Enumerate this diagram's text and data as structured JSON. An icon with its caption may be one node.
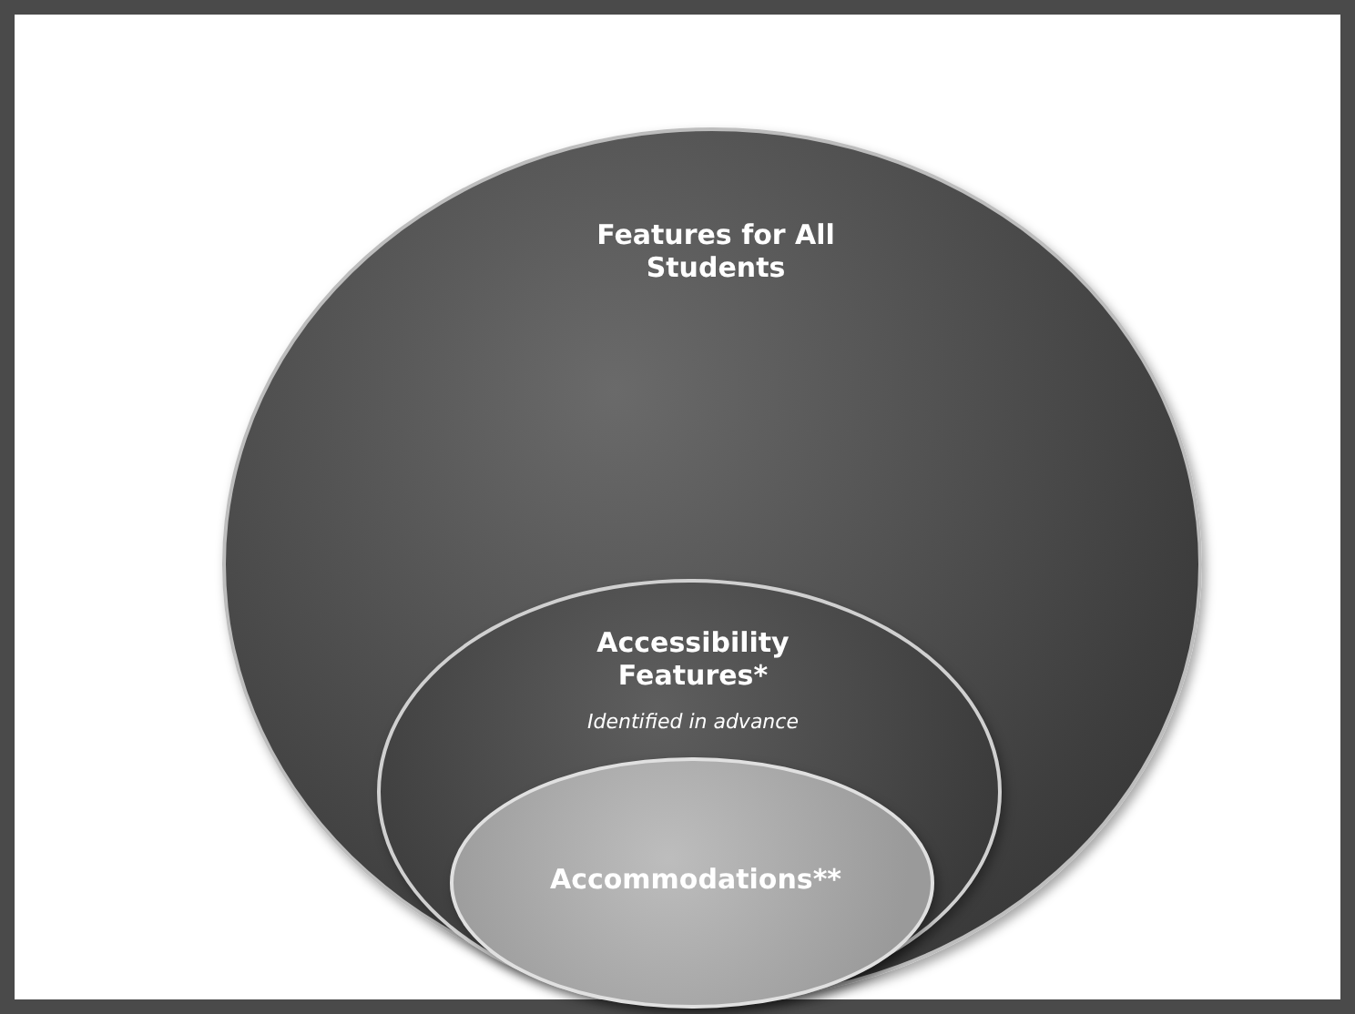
{
  "diagram": {
    "nodes": [
      {
        "text": [
          "Features for All Students"
        ]
      },
      {
        "text": [
          "Accessibility Features*",
          "Identified in advance"
        ],
        "in": 0
      },
      {
        "text": [
          "Accommodations**"
        ],
        "in": 1
      }
    ]
  }
}
